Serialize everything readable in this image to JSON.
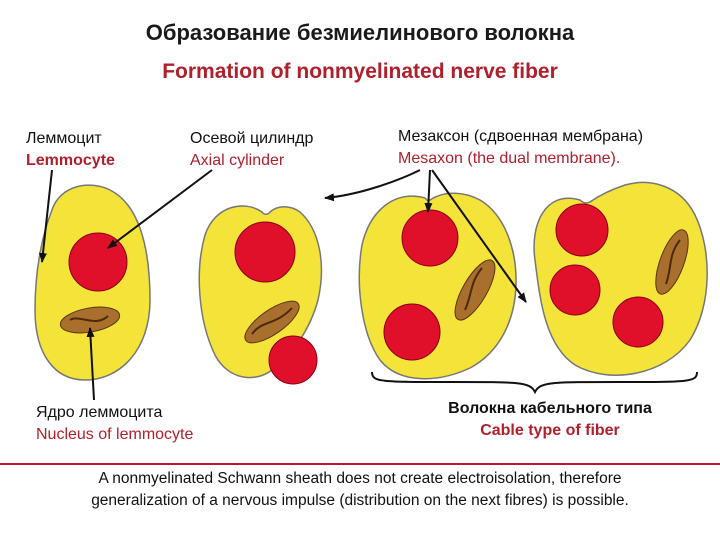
{
  "title": {
    "ru": "Образование безмиелинового волокна",
    "en": "Formation of nonmyelinated nerve fiber"
  },
  "labels": {
    "lemmocyte": {
      "ru": "Леммоцит",
      "en": "Lemmocyte"
    },
    "axial": {
      "ru": "Осевой цилиндр",
      "en": "Axial cylinder"
    },
    "mesaxon": {
      "ru": "Мезаксон (сдвоенная мембрана)",
      "en": "Mesaxon (the dual membrane)."
    },
    "nucleus": {
      "ru": "Ядро леммоцита",
      "en": "Nucleus of lemmocyte"
    },
    "cable": {
      "ru": "Волокна кабельного типа",
      "en": "Cable type of fiber"
    }
  },
  "footer": {
    "line1": "A nonmyelinated Schwann sheath does not create electroisolation, therefore",
    "line2": "generalization of a nervous impulse (distribution on the next fibres) is possible."
  },
  "colors": {
    "cytoplasm": "#f4e43a",
    "axon": "#e0102a",
    "nucleus": "#a8702c",
    "outline": "#777777",
    "accent": "#b0202c"
  }
}
